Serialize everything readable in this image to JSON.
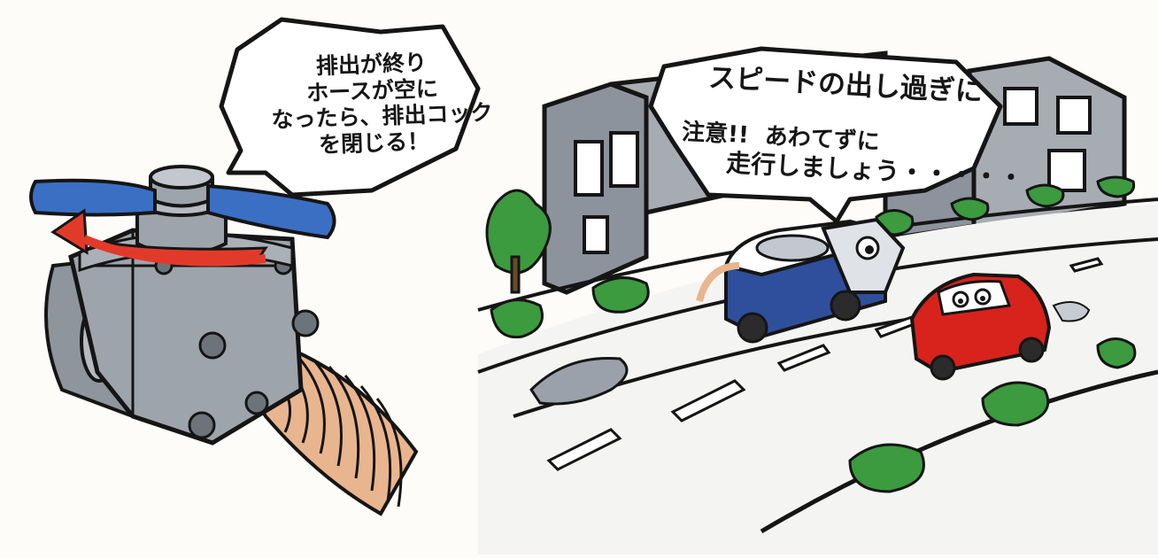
{
  "valve_bubble": {
    "text": "排出が終り\nホースが空に\nなったら、排出コック\nを閉じる！"
  },
  "road_bubble": {
    "line1": "スピードの出し過ぎに",
    "line2": "注意!!  あわてずに",
    "line3": "走行しましょう・・・・・"
  },
  "colors": {
    "valve_handle": "#3a6fc4",
    "arrow": "#e23a2a",
    "valve_body": "#9ea4ab",
    "hose": "#e8b58f",
    "truck_body": "#2f4f9c",
    "car": "#d8221c",
    "building": "#8d939c",
    "tree": "#3c9a3f",
    "road": "#f4f4f2"
  }
}
